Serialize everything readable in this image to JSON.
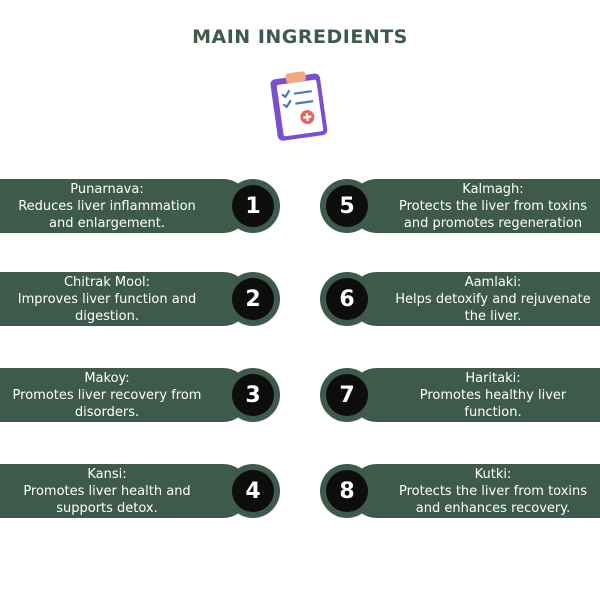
{
  "title": "MAIN INGREDIENTS",
  "icon": "clipboard-checklist-icon",
  "colors": {
    "pill": "#3d5a4a",
    "badge": "#0d0d0d",
    "title": "#3d5a4a",
    "clipboard": "#7b4fd1",
    "clip": "#f2a97e",
    "check": "#4a76c9",
    "plus": "#e8645a"
  },
  "left": [
    {
      "num": "1",
      "name": "Punarnava:",
      "desc": "Reduces liver inflammation and enlargement."
    },
    {
      "num": "2",
      "name": "Chitrak Mool:",
      "desc": "Improves liver function and digestion."
    },
    {
      "num": "3",
      "name": "Makoy:",
      "desc": "Promotes liver recovery from disorders."
    },
    {
      "num": "4",
      "name": "Kansi:",
      "desc": "Promotes liver health and supports detox."
    }
  ],
  "right": [
    {
      "num": "5",
      "name": "Kalmagh:",
      "desc": "Protects the liver from toxins and promotes regeneration"
    },
    {
      "num": "6",
      "name": "Aamlaki:",
      "desc": "Helps detoxify and rejuvenate the liver."
    },
    {
      "num": "7",
      "name": "Haritaki:",
      "desc": "Promotes healthy liver function."
    },
    {
      "num": "8",
      "name": "Kutki:",
      "desc": "Protects the liver from toxins and enhances recovery."
    }
  ]
}
